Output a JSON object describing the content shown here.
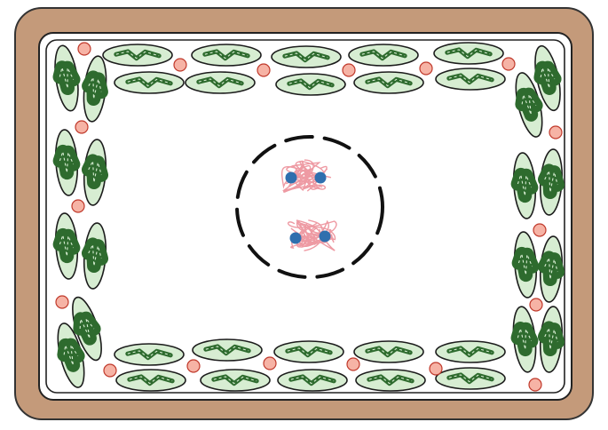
{
  "diagram": {
    "labels": [],
    "colors": {
      "cell_wall_fill": "#C49A7A",
      "cell_wall_outline": "#333333",
      "membrane_outline": "#222222",
      "cytoplasm": "#ffffff",
      "chloroplast_fill": "#D7EDD2",
      "chloroplast_outline": "#1c1c1c",
      "thylakoid": "#2E6B2E",
      "granule_fill": "#F6B3A5",
      "granule_outline": "#C0392B",
      "chromatin": "#EE9AA3",
      "nuclear_envelope": "#111111",
      "centromere": "#2F6FAE"
    },
    "icons": {
      "wall": "cell-wall",
      "membrane": "plasma-membrane",
      "chloroplast": "chloroplast",
      "granule": "small-granule",
      "nucleus": "dashed-nuclear-envelope",
      "chromosome": "tangled-chromatin",
      "centromere": "blue-dot"
    }
  }
}
